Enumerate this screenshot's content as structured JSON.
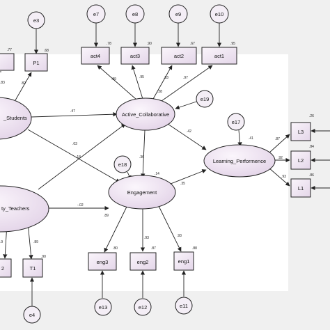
{
  "latent": {
    "students": "_Students",
    "teachers": "ty_Teachers",
    "active": "Active_Collaborative",
    "engagement": "Engagement",
    "learning": "Learning_Performence"
  },
  "observed": {
    "p1": "P1",
    "t1": "T1",
    "act4": "act4",
    "act3": "act3",
    "act2": "act2",
    "act1": "act1",
    "eng3": "eng3",
    "eng2": "eng2",
    "eng1": "eng1",
    "l3": "L3",
    "l2": "L2",
    "l1": "L1",
    "t2_partial": "2"
  },
  "errors": {
    "e3": "e3",
    "e4": "e4",
    "e7": "e7",
    "e8": "e8",
    "e9": "e9",
    "e10": "e10",
    "e11": "e11",
    "e12": "e12",
    "e13": "e13",
    "e17": "e17",
    "e18": "e18",
    "e19": "e19"
  },
  "coefficients": {
    "p1_r2": ".68",
    "left_top_r2": ".77",
    "left_loading": ".83",
    "p1_loading": ".82",
    "students_to_active": ".47",
    "students_to_engagement": ".03",
    "teachers_to_active": ".18",
    "teachers_to_engagement": "-.02",
    "t1_loading": ".89",
    "t1_r2": ".90",
    "left_bottom_loading": ".9",
    "act4_r2": ".78",
    "act3_r2": ".90",
    "act2_r2": ".67",
    "act1_r2": ".95",
    "act4_loading": ".89",
    "act3_loading": ".95",
    "act2_loading": ".83",
    "act1_loading": ".97",
    "active_r2": ".28",
    "active_to_learning": ".42",
    "active_to_engagement": ".36",
    "engagement_r2": ".14",
    "engagement_to_learning": ".35",
    "eng3_loading": ".89",
    "eng2_loading": ".93",
    "eng1_loading": ".93",
    "eng3_r2": ".80",
    "eng2_r2": ".87",
    "eng1_r2": ".88",
    "learning_r2": ".41",
    "l3_loading": ".87",
    "l2_loading": ".92",
    "l1_loading": ".93",
    "l3_r2": ".26",
    "l2_r2": ".84",
    "l1_r2": ".86"
  },
  "colors": {
    "background": "#f0f0f0",
    "panel": "#ffffff",
    "node_fill_light": "#fbf6fc",
    "node_fill_dark": "#e2d2e7",
    "stroke": "#222222"
  }
}
